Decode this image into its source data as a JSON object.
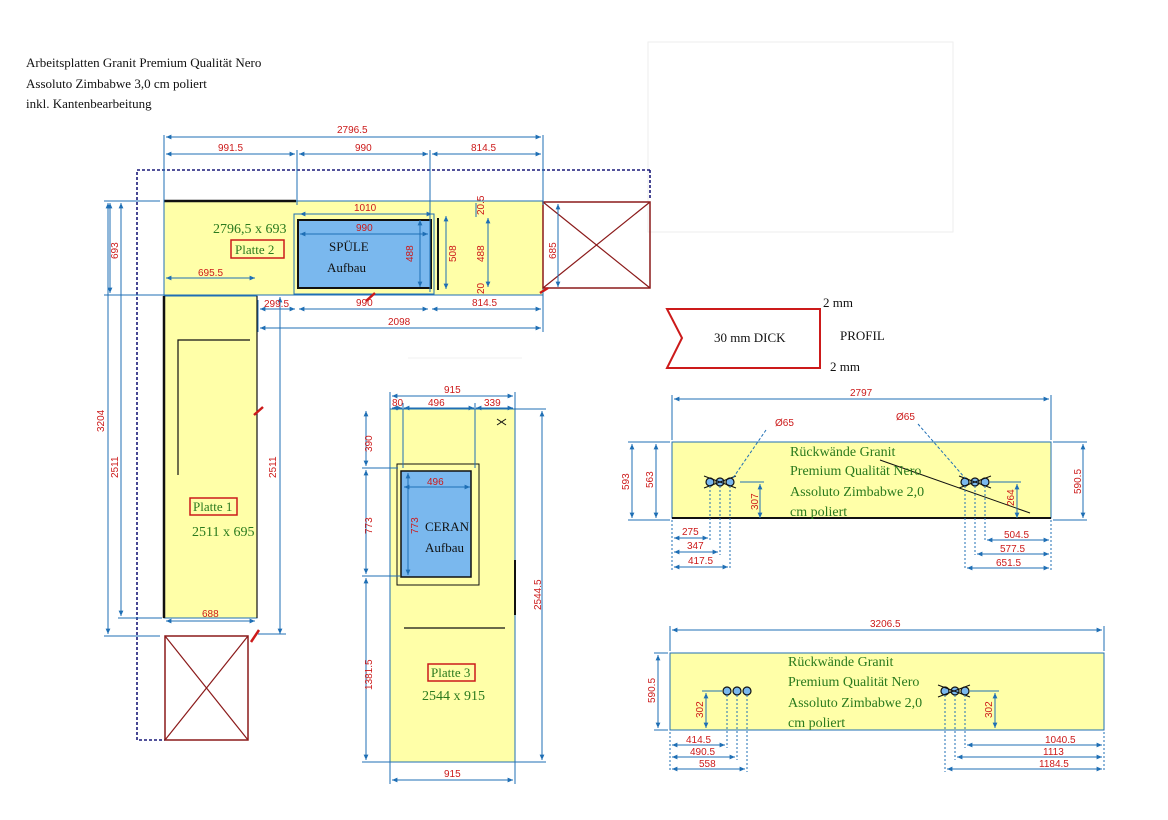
{
  "header": {
    "line1": "Arbeitsplatten Granit Premium Qualität Nero",
    "line2": "Assoluto Zimbabwe 3,0 cm poliert",
    "line3": "inkl. Kantenbearbeitung"
  },
  "colors": {
    "plate_fill": "#ffffa8",
    "cutout_fill": "#7ab8ee",
    "dim_blue": "#1f6fb5",
    "dim_red": "#cc1a1a",
    "label_green": "#2a7a1e",
    "outline_navy": "#1a1a7a",
    "cabinet_red": "#8b1a1a"
  },
  "top_dims": {
    "overall": "2796.5",
    "seg1": "991.5",
    "seg2": "990",
    "seg3": "814.5"
  },
  "plate2": {
    "size": "2796,5 x 693",
    "tag": "Platte 2",
    "sink_line1": "SPÜLE",
    "sink_line2": "Aufbau",
    "dim_1010": "1010",
    "dim_990_in": "990",
    "dim_488_in": "488",
    "dim_508": "508",
    "dim_488_out": "488",
    "dim_205": "20.5",
    "dim_20": "20",
    "dim_685": "685",
    "dim_693": "693",
    "dim_695": "695.5",
    "dim_299": "299.5",
    "dim_990_b": "990",
    "dim_814_b": "814.5",
    "dim_2098": "2098"
  },
  "plate1": {
    "tag": "Platte 1",
    "size": "2511 x 695",
    "dim_3204": "3204",
    "dim_2511_l": "2511",
    "dim_2511_r": "2511",
    "dim_688": "688"
  },
  "plate3": {
    "tag": "Platte 3",
    "size": "2544 x 915",
    "cooktop_line1": "CERAN",
    "cooktop_line2": "Aufbau",
    "dim_915_top": "915",
    "dim_80": "80",
    "dim_496": "496",
    "dim_339": "339",
    "dim_496_in": "496",
    "dim_390": "390",
    "dim_773": "773",
    "dim_773_in": "773",
    "dim_1381": "1381.5",
    "dim_2544": "2544.5",
    "dim_915_bottom": "915"
  },
  "profile": {
    "thickness": "30 mm DICK",
    "label": "PROFIL",
    "top_mm": "2 mm",
    "bottom_mm": "2 mm"
  },
  "backsplash1": {
    "width": "2797",
    "line1": "Rückwände Granit",
    "line2": "Premium Qualität Nero",
    "line3": "Assoluto Zimbabwe 2,0",
    "line4": "cm poliert",
    "hole_left": "Ø65",
    "hole_right": "Ø65",
    "dim_593": "593",
    "dim_563": "563",
    "dim_590": "590.5",
    "dim_307": "307",
    "dim_264": "264",
    "dim_275": "275",
    "dim_347": "347",
    "dim_417": "417.5",
    "dim_504": "504.5",
    "dim_577": "577.5",
    "dim_651": "651.5"
  },
  "backsplash2": {
    "width": "3206.5",
    "line1": "Rückwände Granit",
    "line2": "Premium Qualität Nero",
    "line3": "Assoluto Zimbabwe 2,0",
    "line4": "cm poliert",
    "dim_590": "590.5",
    "dim_302_l": "302",
    "dim_302_r": "302",
    "dim_414": "414.5",
    "dim_490": "490.5",
    "dim_558": "558",
    "dim_1040": "1040.5",
    "dim_1113": "1113",
    "dim_1184": "1184.5"
  }
}
